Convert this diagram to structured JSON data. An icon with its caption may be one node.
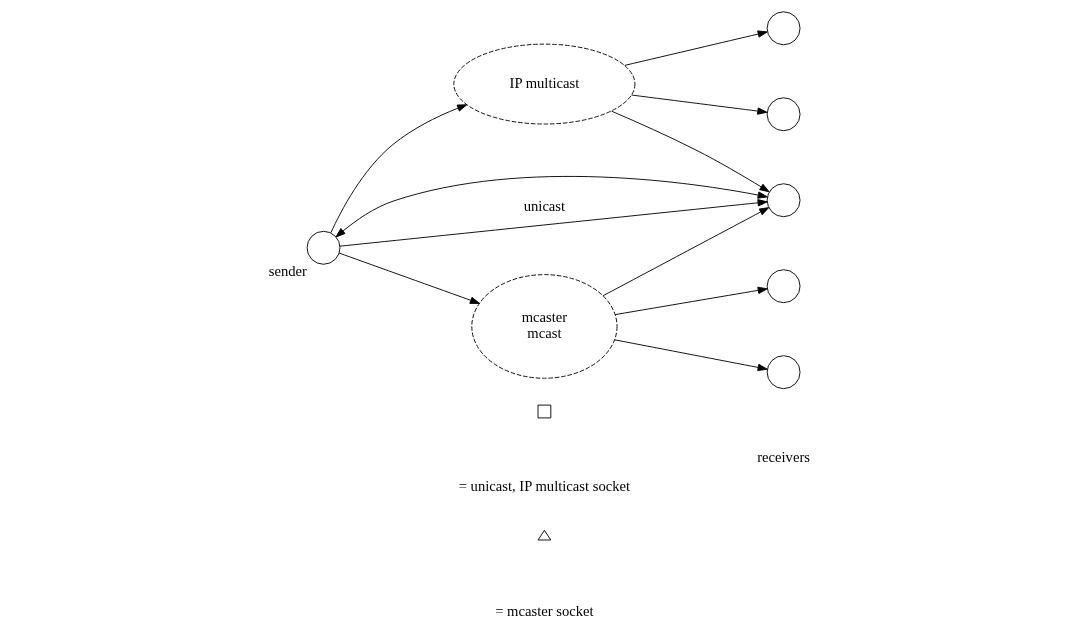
{
  "diagram": {
    "nodes": [
      {
        "text": [],
        "shape": "circle",
        "beside": [
          "sender"
        ]
      },
      {
        "text": [
          "IP multicast"
        ]
      },
      {
        "text": [
          "mcaster",
          "mcast"
        ]
      },
      {
        "text": [],
        "shape": "circle"
      },
      {
        "text": [],
        "shape": "circle"
      },
      {
        "text": [],
        "shape": "circle"
      },
      {
        "text": [],
        "shape": "circle"
      },
      {
        "text": [],
        "shape": "circle"
      }
    ],
    "edges": [
      {
        "from": 0,
        "to": 1,
        "arrow": "to"
      },
      {
        "from": 1,
        "to": 3,
        "arrow": "to"
      },
      {
        "from": 1,
        "to": 4,
        "arrow": "to"
      },
      {
        "from": 1,
        "to": 5,
        "arrow": "to"
      },
      {
        "from": 0,
        "to": 5,
        "arrow": "both"
      },
      {
        "from": 0,
        "to": 5,
        "arrow": "to",
        "label": "unicast"
      },
      {
        "from": 0,
        "to": 2,
        "arrow": "to"
      },
      {
        "from": 2,
        "to": 5,
        "arrow": "to"
      },
      {
        "from": 2,
        "to": 6,
        "arrow": "to"
      },
      {
        "from": 2,
        "to": 7,
        "arrow": "to"
      }
    ],
    "labels": [
      "receivers"
    ],
    "legend": [
      {
        "text": "= unicast, IP multicast socket"
      },
      {
        "text": "= mcaster socket"
      }
    ]
  }
}
